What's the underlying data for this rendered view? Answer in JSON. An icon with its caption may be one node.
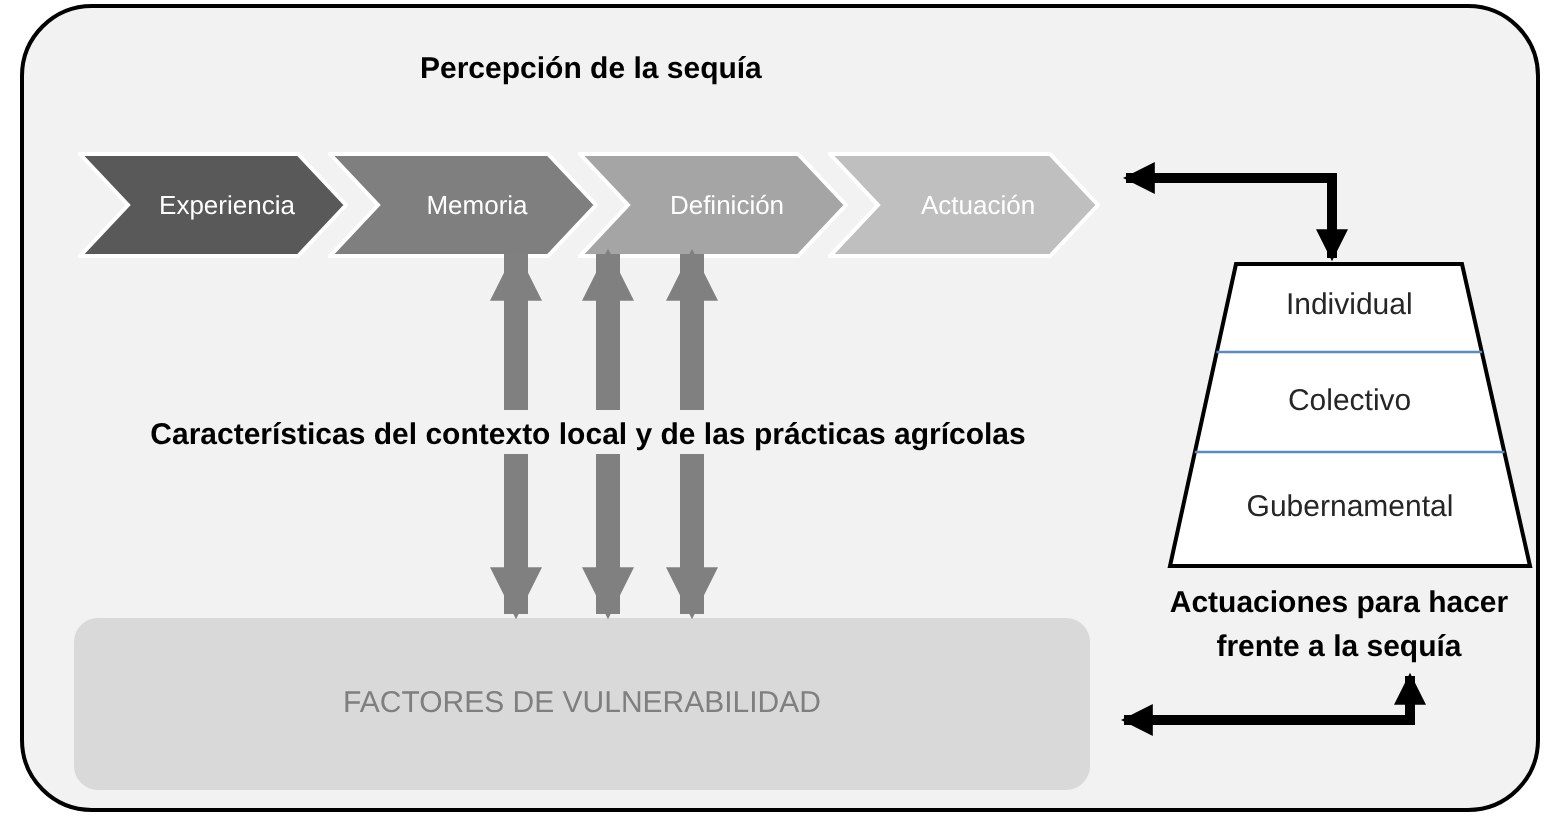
{
  "diagram": {
    "nodes": [
      {
        "text": [
          "Percepción de la sequía"
        ]
      },
      {
        "text": [
          "Experiencia"
        ],
        "in": 0
      },
      {
        "text": [
          "Memoria"
        ],
        "in": 0
      },
      {
        "text": [
          "Definición"
        ],
        "in": 0
      },
      {
        "text": [
          "Actuación"
        ],
        "in": 0
      },
      {
        "text": [
          "Características del contexto local y de las prácticas agrícolas"
        ],
        "in": 0
      },
      {
        "text": [
          "FACTORES DE VULNERABILIDAD"
        ],
        "in": 0
      },
      {
        "text": [
          "Actuaciones para hacer frente a la sequía"
        ],
        "in": 0
      },
      {
        "text": [
          "Individual"
        ],
        "in": 7
      },
      {
        "text": [
          "Colectivo"
        ],
        "in": 7
      },
      {
        "text": [
          "Gubernamental"
        ],
        "in": 7
      }
    ],
    "edges": [
      {
        "from": 5,
        "to": 2,
        "arrow": "to"
      },
      {
        "from": 5,
        "to": 3,
        "arrow": "to"
      },
      {
        "from": 5,
        "to": 3,
        "arrow": "to"
      },
      {
        "from": 5,
        "to": 6,
        "arrow": "to"
      },
      {
        "from": 5,
        "to": 6,
        "arrow": "to"
      },
      {
        "from": 5,
        "to": 6,
        "arrow": "to"
      },
      {
        "from": 4,
        "to": 7,
        "arrow": "both",
        "color": "#000000"
      },
      {
        "from": 6,
        "to": 7,
        "arrow": "both",
        "color": "#000000"
      }
    ]
  }
}
